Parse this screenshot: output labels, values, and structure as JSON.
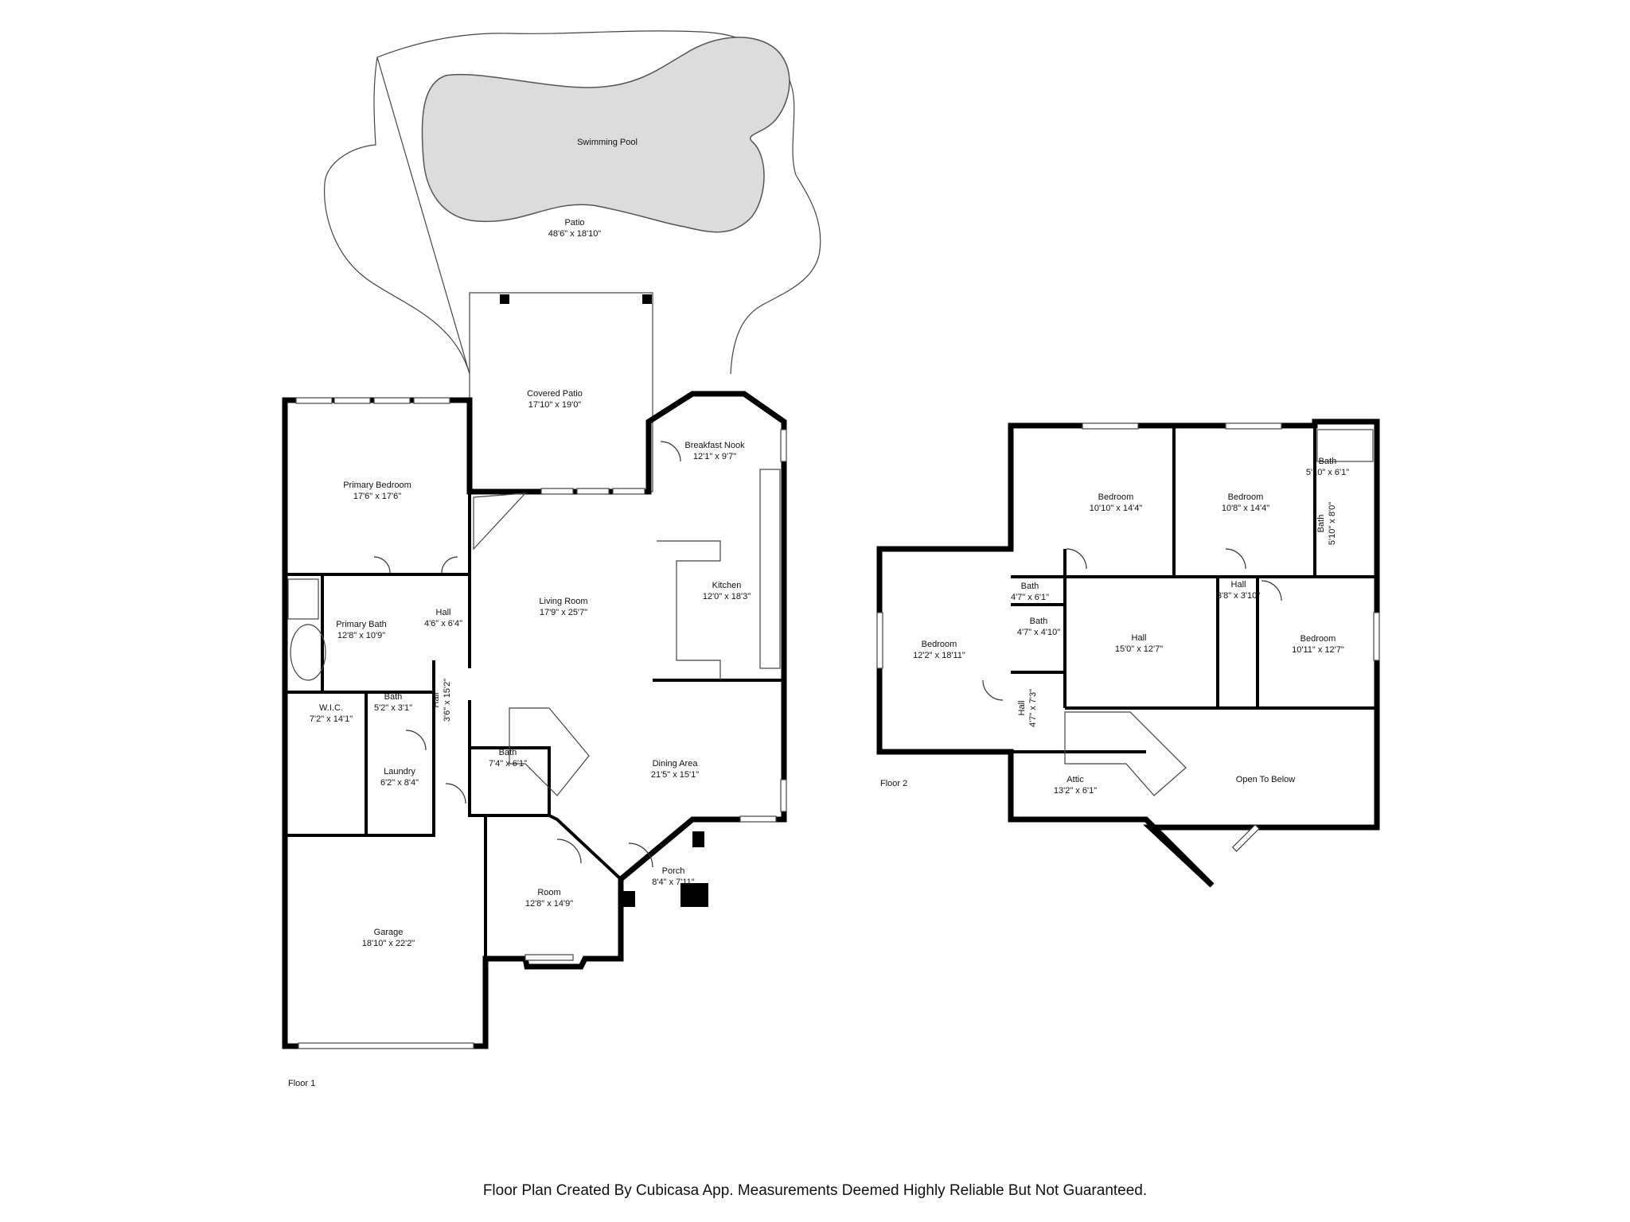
{
  "floors": {
    "floor1": "Floor 1",
    "floor2": "Floor 2"
  },
  "rooms": {
    "pool": {
      "name": "Swimming Pool"
    },
    "patio": {
      "name": "Patio",
      "dim": "48'6\" x 18'10\""
    },
    "covered_patio": {
      "name": "Covered Patio",
      "dim": "17'10\" x 19'0\""
    },
    "primary_bedroom": {
      "name": "Primary Bedroom",
      "dim": "17'6\" x 17'6\""
    },
    "breakfast_nook": {
      "name": "Breakfast Nook",
      "dim": "12'1\" x 9'7\""
    },
    "kitchen": {
      "name": "Kitchen",
      "dim": "12'0\" x 18'3\""
    },
    "living_room": {
      "name": "Living Room",
      "dim": "17'9\" x 25'7\""
    },
    "primary_bath": {
      "name": "Primary Bath",
      "dim": "12'8\" x 10'9\""
    },
    "hall_a": {
      "name": "Hall",
      "dim": "4'6\" x 6'4\""
    },
    "hall_b": {
      "name": "Hall",
      "dim": "3'6\" x 15'2\""
    },
    "wic": {
      "name": "W.I.C.",
      "dim": "7'2\" x 14'1\""
    },
    "bath_small": {
      "name": "Bath",
      "dim": "5'2\" x 3'1\""
    },
    "laundry": {
      "name": "Laundry",
      "dim": "6'2\" x 8'4\""
    },
    "bath_f1": {
      "name": "Bath",
      "dim": "7'4\" x 6'1\""
    },
    "dining": {
      "name": "Dining Area",
      "dim": "21'5\" x 15'1\""
    },
    "porch": {
      "name": "Porch",
      "dim": "8'4\" x 7'11\""
    },
    "room": {
      "name": "Room",
      "dim": "12'8\" x 14'9\""
    },
    "garage": {
      "name": "Garage",
      "dim": "18'10\" x 22'2\""
    },
    "bedroom_a": {
      "name": "Bedroom",
      "dim": "10'10\" x 14'4\""
    },
    "bedroom_b": {
      "name": "Bedroom",
      "dim": "10'8\" x 14'4\""
    },
    "bath_up1": {
      "name": "Bath",
      "dim": "5'10\" x 6'1\""
    },
    "bath_up2": {
      "name": "Bath",
      "dim": "5'10\" x 8'0\""
    },
    "bedroom_c": {
      "name": "Bedroom",
      "dim": "12'2\" x 18'11\""
    },
    "bath_up3": {
      "name": "Bath",
      "dim": "4'7\" x 6'1\""
    },
    "bath_up4": {
      "name": "Bath",
      "dim": "4'7\" x 4'10\""
    },
    "hall_up": {
      "name": "Hall",
      "dim": "15'0\" x 12'7\""
    },
    "hall_up_small": {
      "name": "Hall",
      "dim": "3'8\" x 3'10\""
    },
    "bedroom_d": {
      "name": "Bedroom",
      "dim": "10'11\" x 12'7\""
    },
    "hall_up_v": {
      "name": "Hall",
      "dim": "4'7\" x 7'3\""
    },
    "attic": {
      "name": "Attic",
      "dim": "13'2\" x 6'1\""
    },
    "open_below": {
      "name": "Open To Below"
    }
  },
  "footer": "Floor Plan Created By Cubicasa App. Measurements Deemed Highly Reliable But Not Guaranteed."
}
